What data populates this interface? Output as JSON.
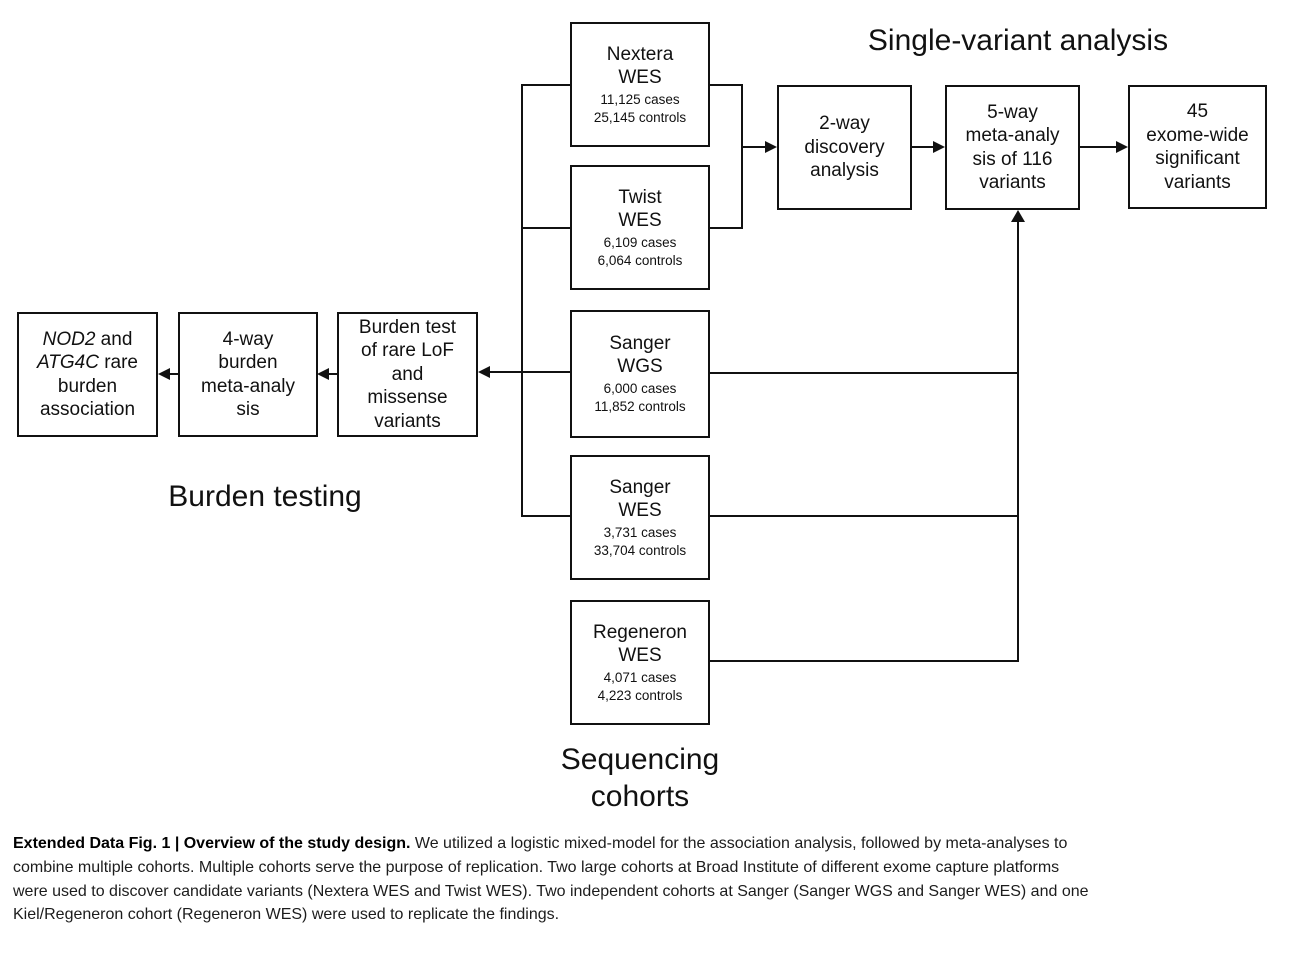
{
  "titles": {
    "single_variant_analysis": "Single-variant analysis",
    "burden_testing": "Burden testing",
    "sequencing_line1": "Sequencing",
    "sequencing_line2": "cohorts"
  },
  "cohorts": [
    {
      "name_line1": "Nextera",
      "name_line2": "WES",
      "cases": "11,125 cases",
      "controls": "25,145 controls"
    },
    {
      "name_line1": "Twist",
      "name_line2": "WES",
      "cases": "6,109 cases",
      "controls": "6,064 controls"
    },
    {
      "name_line1": "Sanger",
      "name_line2": "WGS",
      "cases": "6,000 cases",
      "controls": "11,852 controls"
    },
    {
      "name_line1": "Sanger",
      "name_line2": "WES",
      "cases": "3,731 cases",
      "controls": "33,704 controls"
    },
    {
      "name_line1": "Regeneron",
      "name_line2": "WES",
      "cases": "4,071 cases",
      "controls": "4,223 controls"
    }
  ],
  "single_variant_flow": [
    {
      "lines": [
        "2-way",
        "discovery",
        "analysis"
      ]
    },
    {
      "lines": [
        "5-way",
        "meta-analy",
        "sis of 116",
        "variants"
      ]
    },
    {
      "lines": [
        "45",
        "exome-wide",
        "significant",
        "variants"
      ]
    }
  ],
  "burden_flow": {
    "result_box": {
      "gene1": "NOD2",
      "after_gene1": " and",
      "gene2": "ATG4C",
      "after_gene2": " rare",
      "line3": "burden",
      "line4": "association"
    },
    "meta_box": {
      "lines": [
        "4-way",
        "burden",
        "meta-analy",
        "sis"
      ]
    },
    "test_box": {
      "lines": [
        "Burden test",
        "of rare LoF",
        "and",
        "missense",
        "variants"
      ]
    }
  },
  "caption": {
    "bold": "Extended Data Fig. 1 | Overview of the study design.",
    "line1_rest": " We utilized a logistic mixed-model for the association analysis, followed by meta-analyses to",
    "line2": "combine multiple cohorts. Multiple cohorts serve the purpose of replication. Two large cohorts at Broad Institute of different exome capture platforms",
    "line3": "were used to discover candidate variants (Nextera WES and Twist WES). Two independent cohorts at Sanger (Sanger WGS and Sanger WES) and one",
    "line4": "Kiel/Regeneron cohort (Regeneron WES) were used to replicate the findings."
  },
  "colors": {
    "line": "#111111",
    "text": "#111111",
    "background": "#ffffff"
  }
}
